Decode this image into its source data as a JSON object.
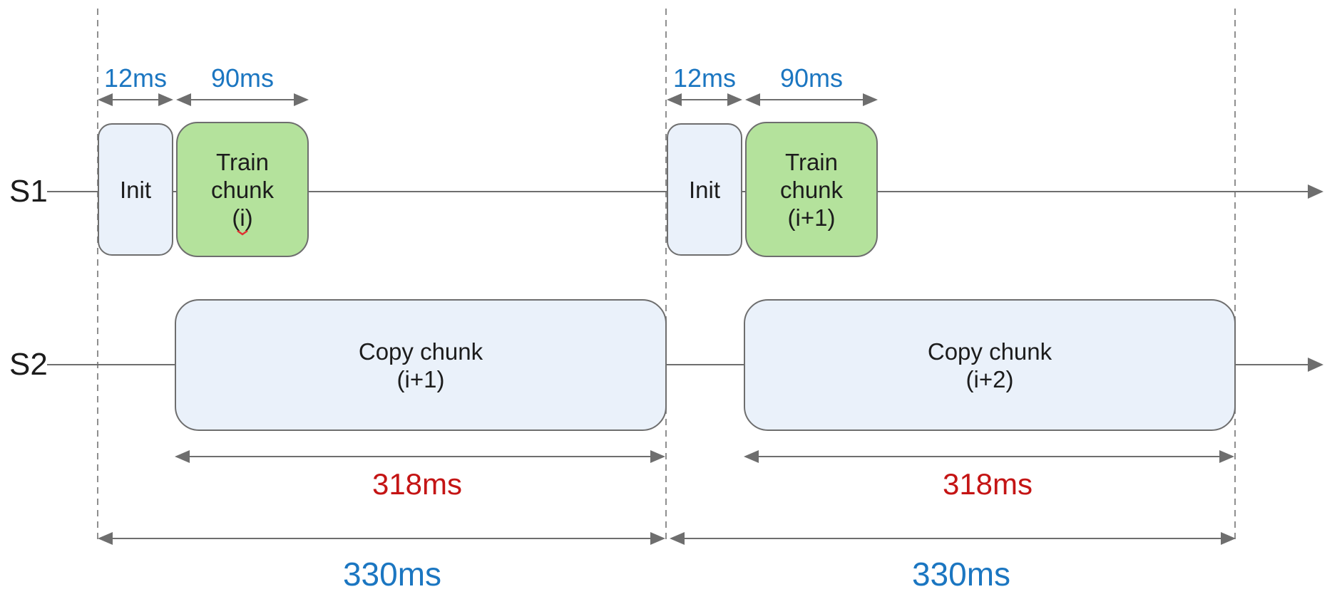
{
  "colors": {
    "blue_fill": "#eaf1fa",
    "green_fill": "#b4e29c",
    "box_border": "#6e6e6e",
    "line": "#6e6e6e",
    "dash": "#8f8f8f",
    "text": "#1c1c1c",
    "blue_text": "#1b76c1",
    "red_text": "#c41414",
    "squiggle": "#e03131"
  },
  "rows": {
    "s1": {
      "label": "S1"
    },
    "s2": {
      "label": "S2"
    }
  },
  "periods": [
    {
      "init": {
        "label": "Init",
        "duration": "12ms"
      },
      "train": {
        "label": "Train\nchunk\n(i)",
        "duration": "90ms"
      },
      "copy": {
        "label": "Copy chunk\n(i+1)",
        "duration": "318ms"
      },
      "total": "330ms"
    },
    {
      "init": {
        "label": "Init",
        "duration": "12ms"
      },
      "train": {
        "label": "Train\nchunk\n(i+1)",
        "duration": "90ms"
      },
      "copy": {
        "label": "Copy chunk\n(i+2)",
        "duration": "318ms"
      },
      "total": "330ms"
    }
  ]
}
